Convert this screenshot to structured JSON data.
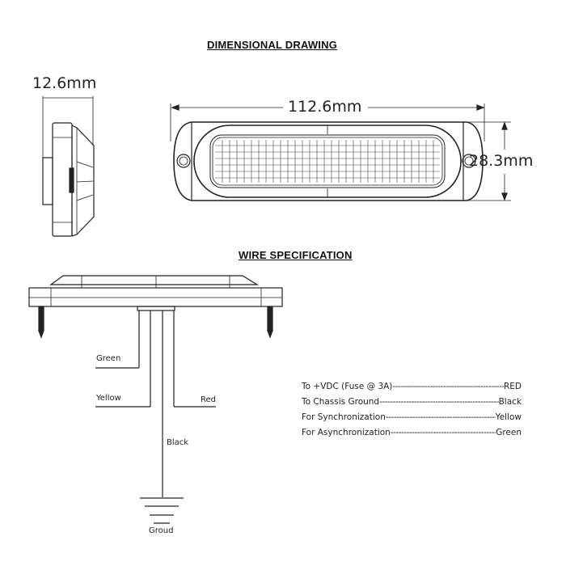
{
  "headings": {
    "dimensional_drawing": "DIMENSIONAL DRAWING",
    "wire_specification": "WIRE SPECIFICATION"
  },
  "dimensions": {
    "depth": "12.6mm",
    "length": "112.6mm",
    "height": "28.3mm"
  },
  "wires": {
    "green": "Green",
    "yellow": "Yellow",
    "red": "Red",
    "black": "Black",
    "ground": "Groud"
  },
  "wire_spec": [
    {
      "function": "To +VDC (Fuse @ 3A)",
      "color": "RED"
    },
    {
      "function": "To Chassis Ground",
      "color": "Black"
    },
    {
      "function": "For Synchronization",
      "color": "Yellow"
    },
    {
      "function": "For Asynchronization",
      "color": "Green"
    }
  ],
  "colors": {
    "line": "#222222",
    "background": "#ffffff"
  }
}
